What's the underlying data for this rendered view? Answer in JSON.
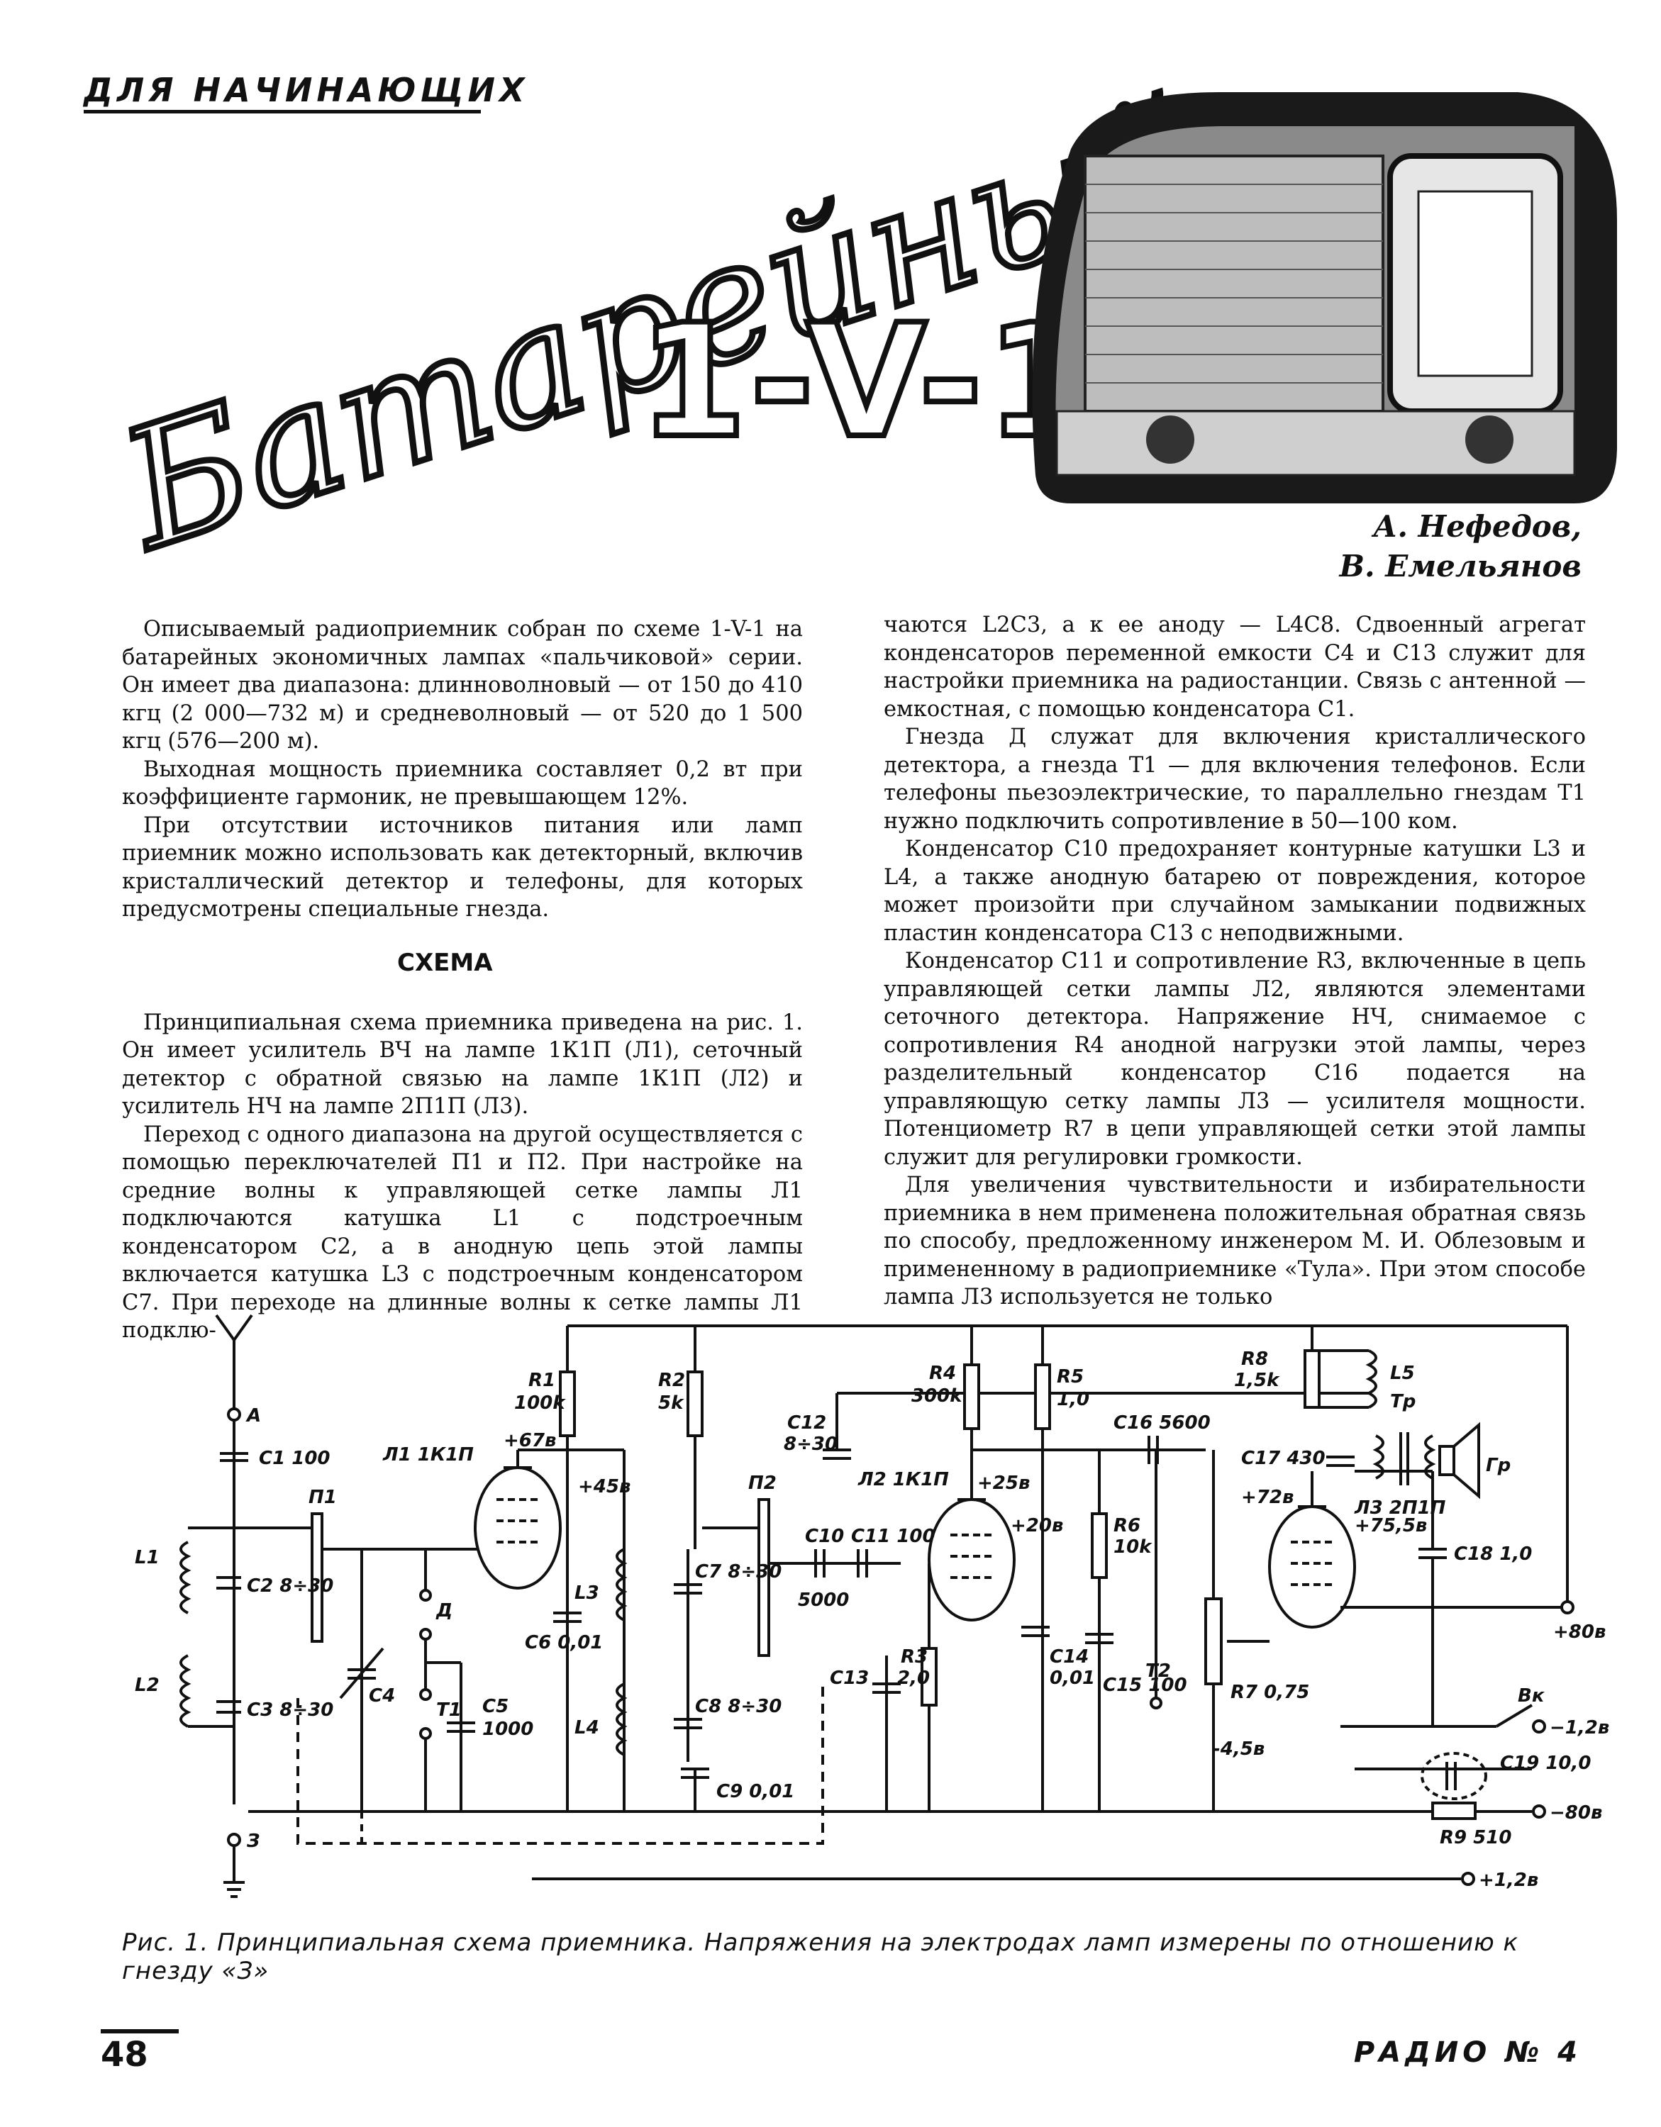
{
  "section_label": "ДЛЯ НАЧИНАЮЩИХ",
  "title_script": "Батарейный",
  "title_model": "1-V-1",
  "authors": [
    "А. Нефедов,",
    "В. Емельянов"
  ],
  "left_column": {
    "intro": [
      "Описываемый радиоприемник собран по схеме 1-V-1 на батарейных экономичных лампах «пальчиковой» серии. Он имеет два диапазона: длинноволновый — от 150 до 410 кгц (2 000—732 м) и средневолновый — от 520 до 1 500 кгц (576—200 м).",
      "Выходная мощность приемника составляет 0,2 вт при коэффициенте гармоник, не превышающем 12%.",
      "При отсутствии источников питания или ламп приемник можно использовать как детекторный, включив кристаллический детектор и телефоны, для которых предусмотрены специальные гнезда."
    ],
    "heading": "СХЕМА",
    "scheme": [
      "Принципиальная схема приемника приведена на рис. 1. Он имеет усилитель ВЧ на лампе 1К1П (Л1), сеточный детектор с обратной связью на лампе 1К1П (Л2) и усилитель НЧ на лампе 2П1П (Л3).",
      "Переход с одного диапазона на другой осуществляется с помощью переключателей П1 и П2. При настройке на средние волны к управляющей сетке лампы Л1 подключаются катушка L1 с подстроечным конденсатором C2, а в анодную цепь этой лампы включается катушка L3 с подстроечным конденсатором C7. При переходе на длинные волны к сетке лампы Л1 подклю-"
    ]
  },
  "right_column": [
    "чаются L2C3, а к ее аноду — L4C8. Сдвоенный агрегат конденсаторов переменной емкости C4 и C13 служит для настройки приемника на радиостанции. Связь с антенной — емкостная, с помощью конденсатора C1.",
    "Гнезда Д служат для включения кристаллического детектора, а гнезда T1 — для включения телефонов. Если телефоны пьезоэлектрические, то параллельно гнездам T1 нужно подключить сопротивление в 50—100 ком.",
    "Конденсатор C10 предохраняет контурные катушки L3 и L4, а также анодную батарею от повреждения, которое может произойти при случайном замыкании подвижных пластин конденсатора C13 с неподвижными.",
    "Конденсатор C11 и сопротивление R3, включенные в цепь управляющей сетки лампы Л2, являются элементами сеточного детектора. Напряжение НЧ, снимаемое с сопротивления R4 анодной нагрузки этой лампы, через разделительный конденсатор C16 подается на управляющую сетку лампы Л3 — усилителя мощности. Потенциометр R7 в цепи управляющей сетки этой лампы служит для регулировки громкости.",
    "Для увеличения чувствительности и избирательности приемника в нем применена положительная обратная связь по способу, предложенному инженером М. И. Облезовым и примененному в радиоприемнике «Тула». При этом способе лампа Л3 используется не только"
  ],
  "schematic_labels": {
    "antenna": "А",
    "ground": "З",
    "c1": "C1 100",
    "r1": "R1",
    "r1v": "100k",
    "r2": "R2",
    "r2v": "5k",
    "r4": "R4",
    "r4v": "300k",
    "r5": "R5",
    "r5v": "1,0",
    "r8": "R8",
    "r8v": "1,5k",
    "l5": "L5",
    "tr": "Тр",
    "gr": "Гр",
    "c17": "C17 430",
    "c16": "C16 5600",
    "c12": "C12",
    "c12v": "8÷30",
    "tube1": "Л1 1К1П",
    "tube2": "Л2 1К1П",
    "tube3": "Л3 2П1П",
    "v67": "+67в",
    "v45": "+45в",
    "v25": "+25в",
    "v20": "+20в",
    "v72": "+72в",
    "v755": "+75,5в",
    "v45n": "-4,5в",
    "p1": "П1",
    "p2": "П2",
    "l1": "L1",
    "l2": "L2",
    "l3": "L3",
    "l4": "L4",
    "c2": "C2 8÷30",
    "c3": "C3 8÷30",
    "c4": "C4",
    "d": "Д",
    "t1": "T1",
    "c5": "C5",
    "c5v": "1000",
    "c6": "C6 0,01",
    "c7": "C7 8÷30",
    "c8": "C8 8÷30",
    "c9": "C9 0,01",
    "c10": "C10",
    "c10v": "5000",
    "c11": "C11 100",
    "c13": "C13",
    "r3": "R3",
    "r3v": "2,0",
    "c14": "C14",
    "c14v": "0,01",
    "c15": "C15 100",
    "r6": "R6",
    "r6v": "10k",
    "t2": "T2",
    "r7": "R7 0,75",
    "c18": "C18 1,0",
    "c19": "C19 10,0",
    "r9": "R9 510",
    "vk": "Вк",
    "plus80": "+80в",
    "minus12": "−1,2в",
    "minus80": "−80в",
    "plus12": "+1,2в"
  },
  "caption": "Рис. 1. Принципиальная схема приемника. Напряжения на электродах ламп измерены по отношению к гнезду «З»",
  "page_number": "48",
  "journal": "РАДИО № 4"
}
